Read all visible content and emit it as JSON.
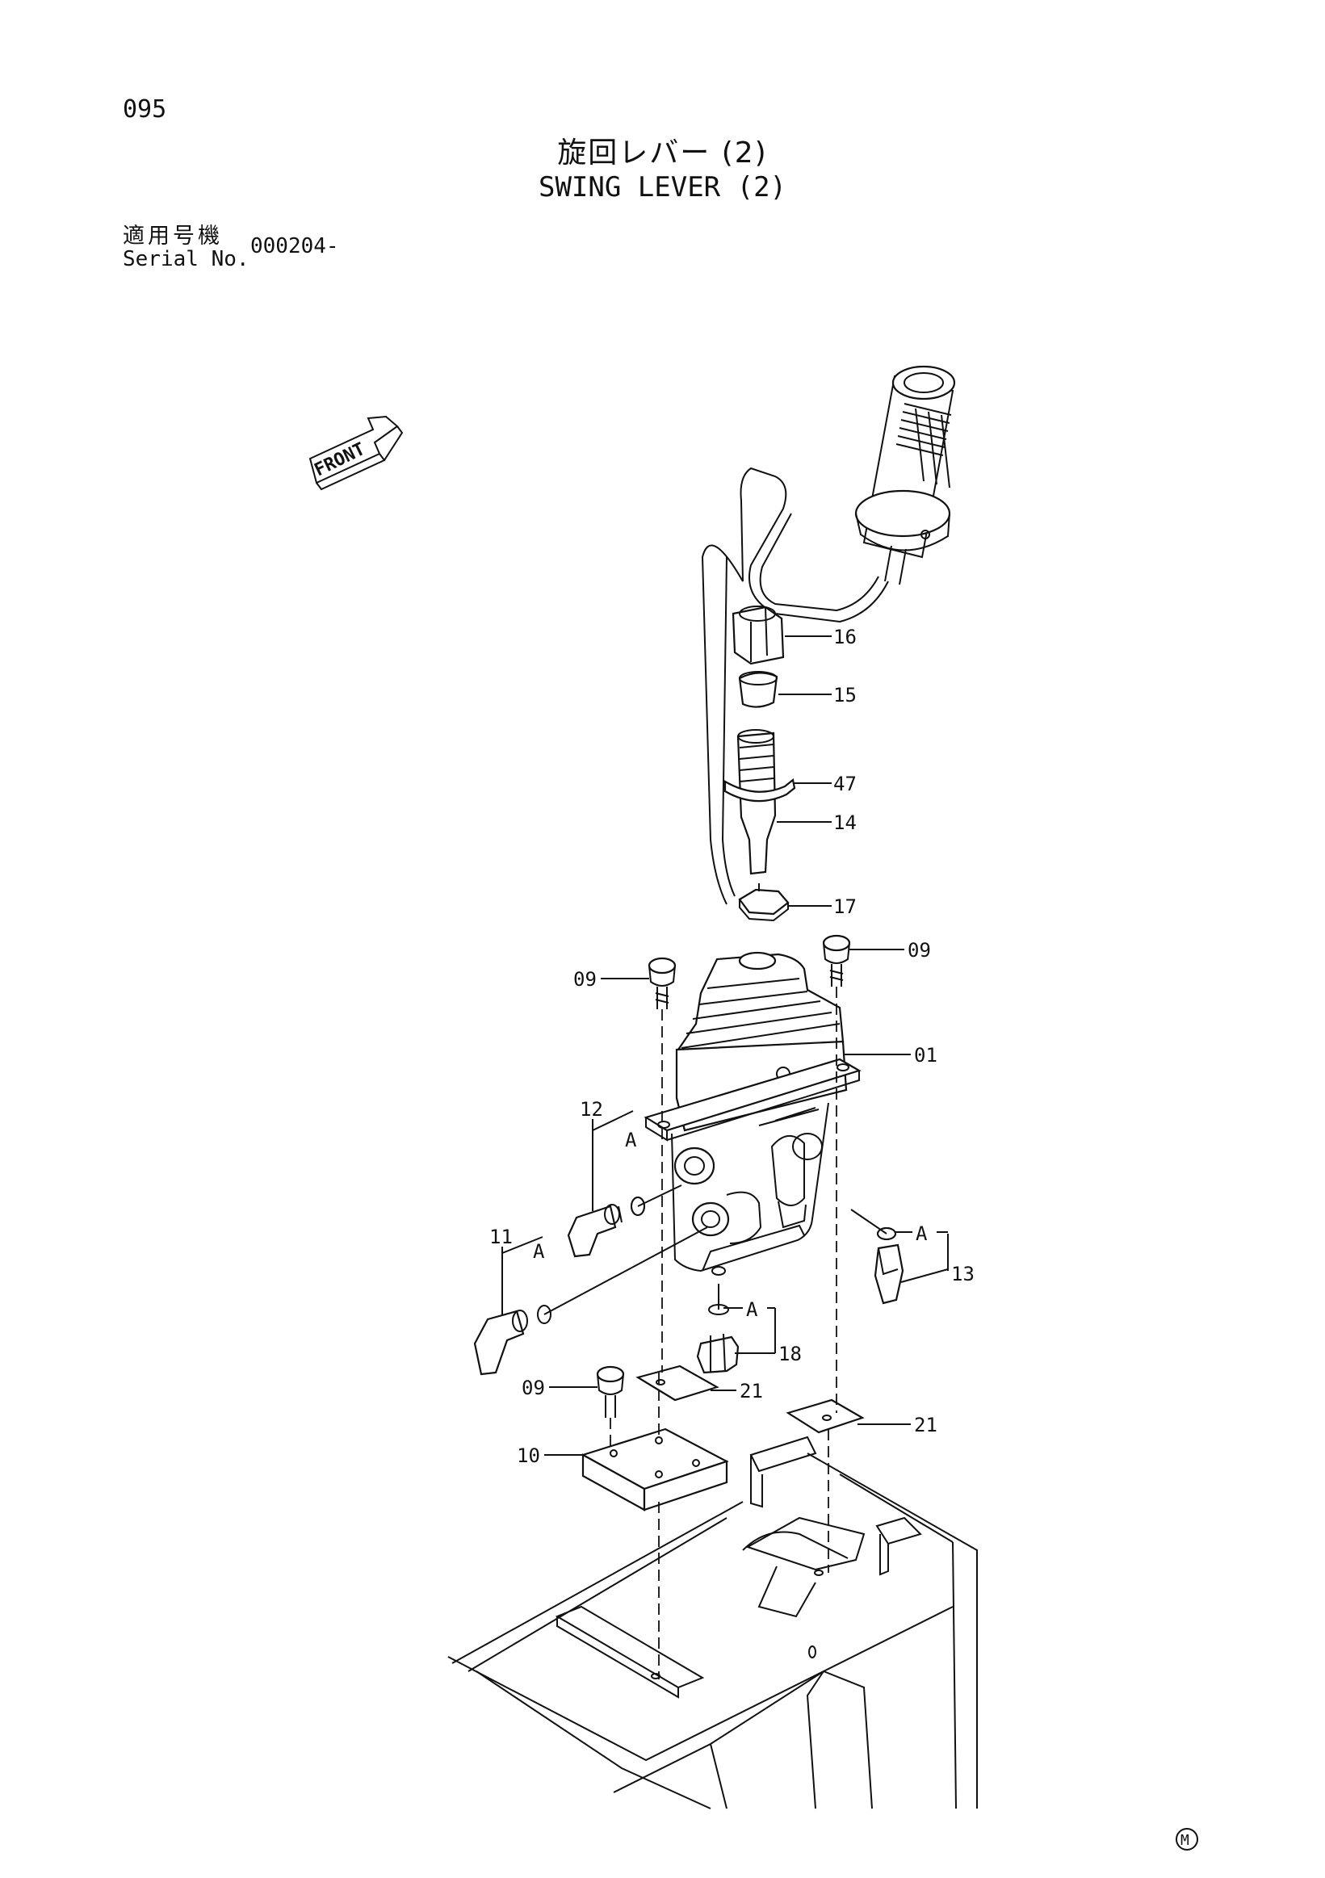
{
  "page_number": "095",
  "title_jp": "旋回レバー (2)",
  "title_en": "SWING LEVER (2)",
  "serial": {
    "label_jp": "適用号機",
    "label_en": "Serial No.",
    "value": "000204-"
  },
  "front_label": "FRONT",
  "callouts": {
    "p16": "16",
    "p15": "15",
    "p47": "47",
    "p14": "14",
    "p17": "17",
    "p09_right": "09",
    "p09_left": "09",
    "p01": "01",
    "p12": "12",
    "p11": "11",
    "p13": "13",
    "p18": "18",
    "p09_lower": "09",
    "p21_left": "21",
    "p21_right": "21",
    "p10": "10",
    "a1": "A",
    "a2": "A",
    "a3": "A",
    "a4": "A"
  },
  "corner_mark": "M"
}
